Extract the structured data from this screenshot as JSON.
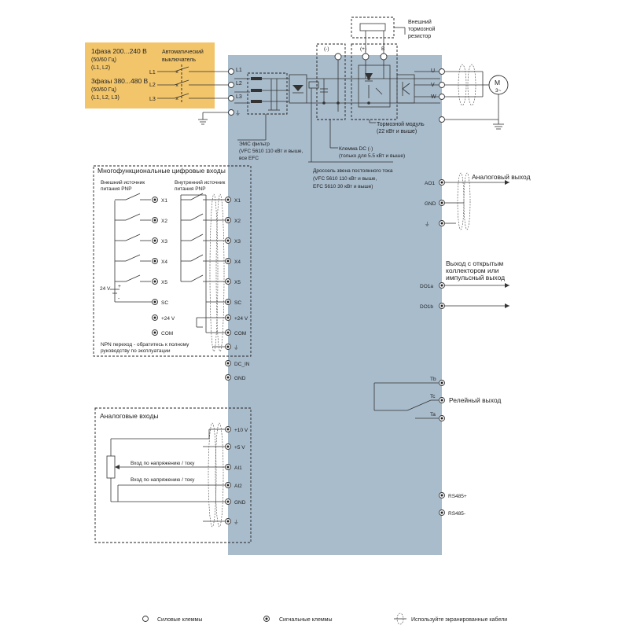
{
  "supply": {
    "single_phase": "1фаза 200...240 В",
    "single_phase_freq": "(50/60 Гц)",
    "single_phase_lines": "(L1, L2)",
    "three_phase": "3фазы 380...480 В",
    "three_phase_freq": "(50/60 Гц)",
    "three_phase_lines": "(L1, L2, L3)",
    "breaker_line1": "Автоматический",
    "breaker_line2": "выключатель"
  },
  "power_terminals": {
    "inputs": [
      "L1",
      "L2",
      "L3"
    ],
    "outputs": [
      "U",
      "V",
      "W"
    ],
    "motor_label": "M",
    "motor_phase": "3~",
    "dc_minus": "(-)",
    "dc_plus": "(+)",
    "brake_b": "B"
  },
  "callouts": {
    "brake_resistor_line1": "Внешний",
    "brake_resistor_line2": "тормозной",
    "brake_resistor_line3": "резистор",
    "brake_module_line1": "Тормозной модуль",
    "brake_module_line2": "(22 кВт и выше)",
    "emc_line1": "ЭМС фильтр",
    "emc_line2": "(VFC 5610 110 кВт и выше,",
    "emc_line3": "все EFC",
    "dc_terminal_line1": "Клемма DC (-)",
    "dc_terminal_line2": "(только для 5.5 кВт и выше)",
    "choke_line1": "Дроссель звена постоянного тока",
    "choke_line2": "(VFC 5610 110 кВт и выше,",
    "choke_line3": "EFC 5610 30 кВт и выше)"
  },
  "digital_inputs": {
    "title": "Многофункциональные цифровые входы",
    "ext_source_line1": "Внешний источник",
    "ext_source_line2": "питания PNP",
    "int_source_line1": "Внутренний источник",
    "int_source_line2": "питания PNP",
    "ext_labels": [
      "X1",
      "X2",
      "X3",
      "X4",
      "X5"
    ],
    "battery_label": "24 V",
    "battery_plus": "+",
    "battery_minus": "-",
    "ext_sc": "SC",
    "ext_24v": "+24 V",
    "ext_com": "COM",
    "npn_line1": "NPN переход - обратитесь к полному",
    "npn_line2": "руководству по эксплуатации"
  },
  "drive_terminals_left": [
    "X1",
    "X2",
    "X3",
    "X4",
    "X5",
    "SC",
    "+24 V",
    "COM",
    "",
    "DC_IN",
    "GND"
  ],
  "analog_inputs": {
    "title": "Аналоговые входы",
    "terminals": [
      "+10 V",
      "+5 V",
      "AI1",
      "AI2",
      "GND",
      ""
    ],
    "ai1_caption": "Вход по напряжению / току",
    "ai2_caption": "Вход по напряжению / току"
  },
  "right_outputs": {
    "ao1": "AO1",
    "gnd": "GND",
    "analog_output": "Аналоговый выход",
    "do1a": "DO1a",
    "do1b": "DO1b",
    "oc_line1": "Выход с открытым",
    "oc_line2": "коллектором или",
    "oc_line3": "импульсный выход",
    "tb": "Tb",
    "tc": "Tc",
    "ta": "Ta",
    "relay_output": "Релейный выход",
    "rs485_plus": "RS485+",
    "rs485_minus": "RS485-"
  },
  "legend": {
    "power": "Силовые клеммы",
    "signal": "Сигнальные клеммы",
    "shielded": "Используйте экранированные кабели"
  },
  "colors": {
    "drive_body": "#a9bccc",
    "supply_box": "#f2c56b"
  }
}
